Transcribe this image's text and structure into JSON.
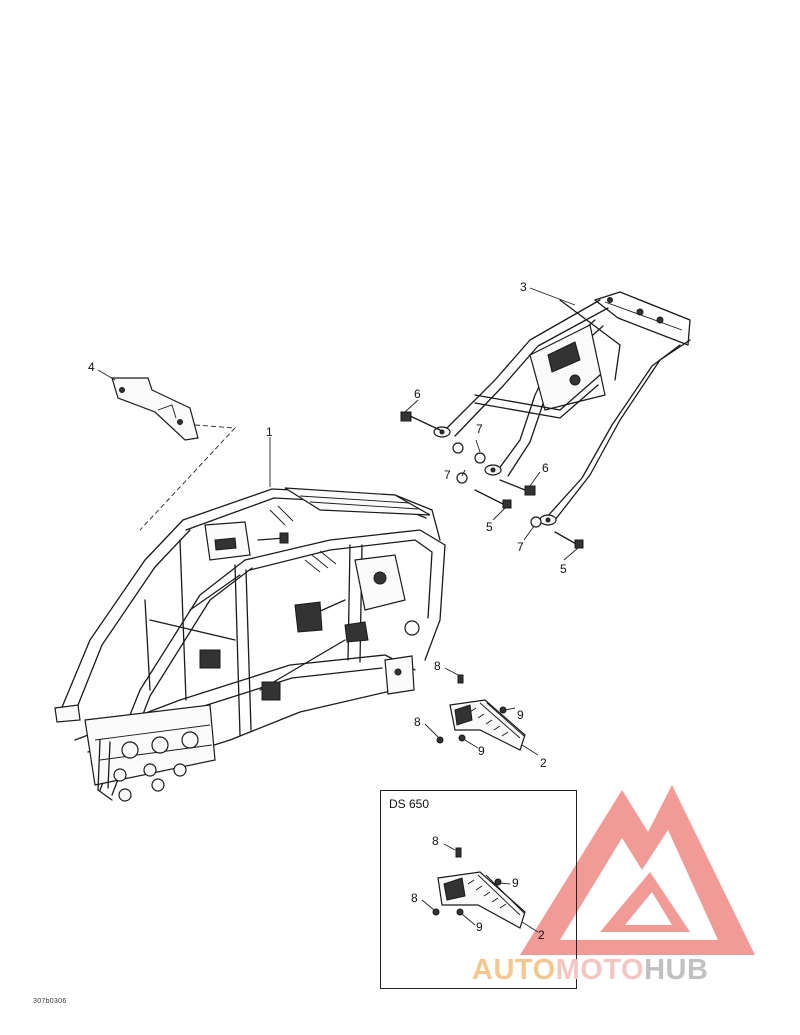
{
  "diagram": {
    "callouts": {
      "c1": "1",
      "c2_main": "2",
      "c2_inset": "2",
      "c3": "3",
      "c4": "4",
      "c5_a": "5",
      "c5_b": "5",
      "c6_a": "6",
      "c6_b": "6",
      "c7_a": "7",
      "c7_b": "7",
      "c7_c": "7",
      "c8_a": "8",
      "c8_b": "8",
      "c8_inset_a": "8",
      "c8_inset_b": "8",
      "c9_a": "9",
      "c9_b": "9",
      "c9_inset_a": "9",
      "c9_inset_b": "9"
    },
    "inset_title": "DS 650",
    "reference_code": "307b0306"
  },
  "watermark": {
    "part1": "AUTO",
    "part2": "MOTO",
    "part3": "HUB",
    "colors": {
      "triangle": "#f08a84",
      "auto": "#f3c78e",
      "moto": "#f4c6c3",
      "hub": "#c0c0c0"
    }
  }
}
